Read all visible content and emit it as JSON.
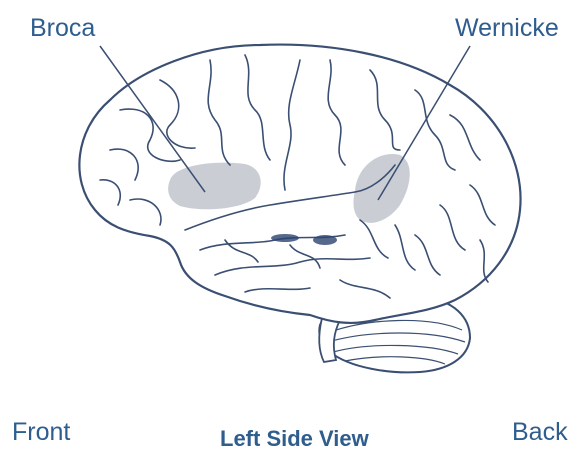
{
  "labels": {
    "broca": "Broca",
    "wernicke": "Wernicke",
    "front": "Front",
    "back": "Back",
    "view_title": "Left Side View"
  },
  "colors": {
    "label_text": "#2e5d8e",
    "outline": "#3b4f72",
    "highlight_region": "#b8bcc6",
    "brain_fill": "#ffffff"
  }
}
